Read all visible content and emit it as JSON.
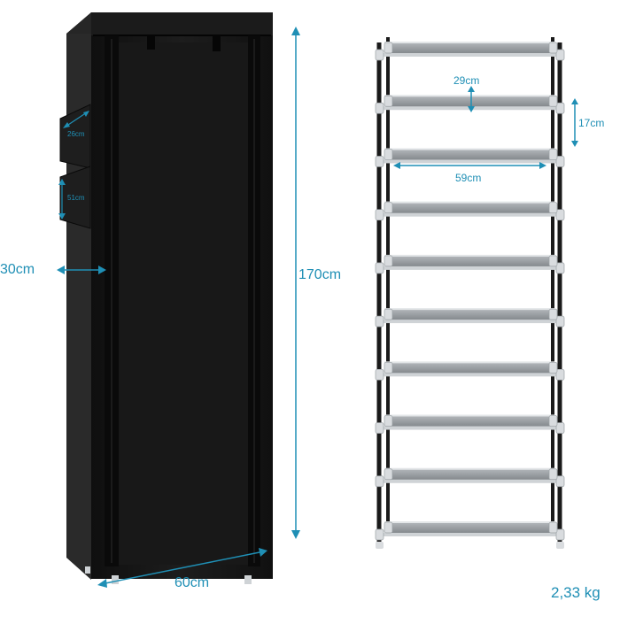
{
  "colors": {
    "accent": "#1f8fb5",
    "cabinet": "#141414",
    "shelf": "#8d9296",
    "frame": "#1a1a1a",
    "connector": "#d9dcdf"
  },
  "dimensions": {
    "pocket_width": "26cm",
    "pocket_height": "51cm",
    "depth": "30cm",
    "height": "170cm",
    "width": "60cm",
    "shelf_depth": "29cm",
    "shelf_gap": "17cm",
    "shelf_width": "59cm"
  },
  "weight": "2,33 kg",
  "rack": {
    "shelf_count": 10
  }
}
